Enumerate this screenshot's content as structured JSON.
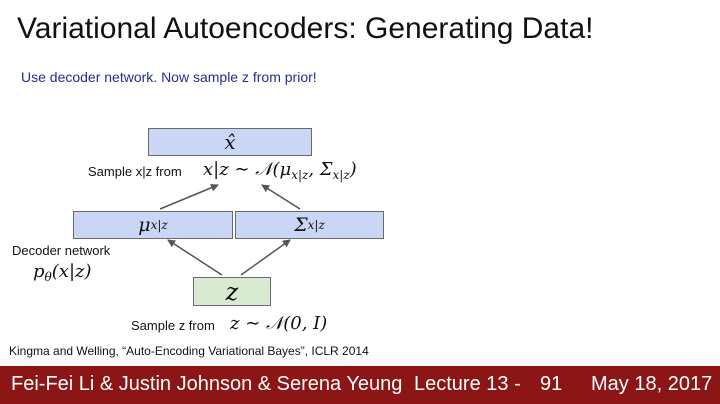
{
  "slide": {
    "title": "Variational Autoencoders: Generating Data!",
    "subtitle": "Use decoder network.  Now sample z from prior!"
  },
  "diagram": {
    "output_box": "x̂",
    "sample_x_label": "Sample x|z from",
    "sample_x_formula": "x|z ∼ 𝒩(μ",
    "sample_x_sub1": "x|z",
    "sample_x_mid": ", Σ",
    "sample_x_sub2": "x|z",
    "sample_x_end": ")",
    "mu_symbol": "μ",
    "mu_sub": "x|z",
    "sigma_symbol": "Σ",
    "sigma_sub": "x|z",
    "decoder_label": "Decoder network",
    "decoder_formula": "p",
    "decoder_sub": "θ",
    "decoder_rest": "(x|z)",
    "z_box": "z",
    "sample_z_label": "Sample z from",
    "sample_z_formula": "z ∼ 𝒩(0, I)"
  },
  "citation": "Kingma and Welling, “Auto-Encoding Variational Bayes”, ICLR 2014",
  "footer": {
    "authors": "Fei-Fei Li & Justin Johnson & Serena Yeung",
    "lecture": "Lecture 13 -",
    "page": "91",
    "date": "May 18, 2017"
  },
  "colors": {
    "footer_bg": "#8c1515",
    "subtitle": "#1f2f9f",
    "box_blue": "#c9d6f6",
    "box_green": "#d9ead3"
  }
}
